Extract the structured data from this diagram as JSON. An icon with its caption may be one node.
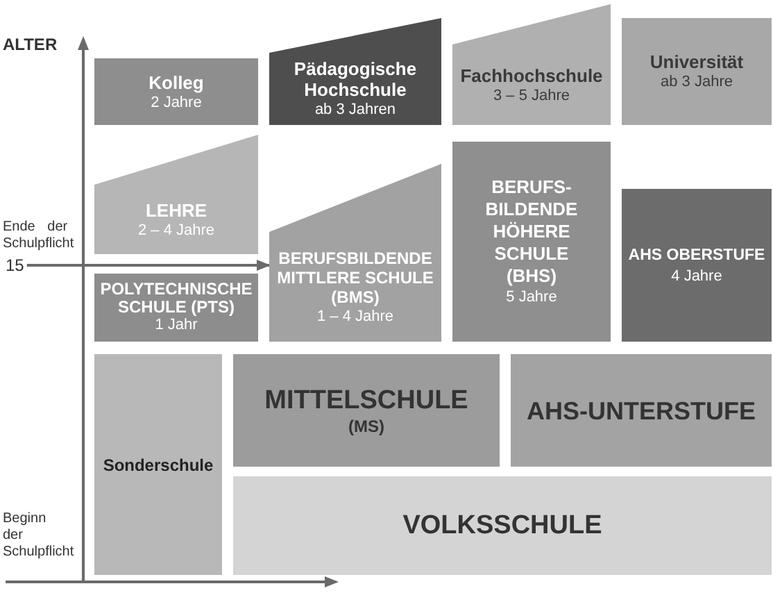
{
  "diagram": {
    "nodes": [
      {
        "text": [
          "Kolleg",
          "2 Jahre"
        ]
      },
      {
        "text": [
          "Pädagogische Hochschule",
          "ab 3 Jahren"
        ]
      },
      {
        "text": [
          "Fachhochschule",
          "3 – 5 Jahre"
        ]
      },
      {
        "text": [
          "Universität",
          "ab 3 Jahre"
        ]
      },
      {
        "text": [
          "LEHRE",
          "2 – 4 Jahre"
        ]
      },
      {
        "text": [
          "BERUFSBILDENDE MITTLERE SCHULE (BMS)",
          "1 – 4 Jahre"
        ]
      },
      {
        "text": [
          "BERUFS- BILDENDE HÖHERE SCHULE (BHS)",
          "5 Jahre"
        ]
      },
      {
        "text": [
          "AHS OBERSTUFE",
          "4 Jahre"
        ]
      },
      {
        "text": [
          "15"
        ],
        "beside": [
          "Ende der Schulpflicht"
        ]
      },
      {
        "text": [
          "POLYTECHNISCHE SCHULE (PTS)",
          "1 Jahr"
        ]
      },
      {
        "text": [
          "Sonderschule"
        ]
      },
      {
        "text": [
          "MITTELSCHULE",
          "(MS)"
        ]
      },
      {
        "text": [
          "AHS-UNTERSTUFE"
        ]
      },
      {
        "text": [
          "VOLKSSCHULE"
        ]
      }
    ],
    "edges": [
      {
        "from": 8,
        "to": 5,
        "arrow": "to"
      }
    ],
    "labels": [
      "ALTER",
      "Beginn der Schulpflicht"
    ]
  }
}
